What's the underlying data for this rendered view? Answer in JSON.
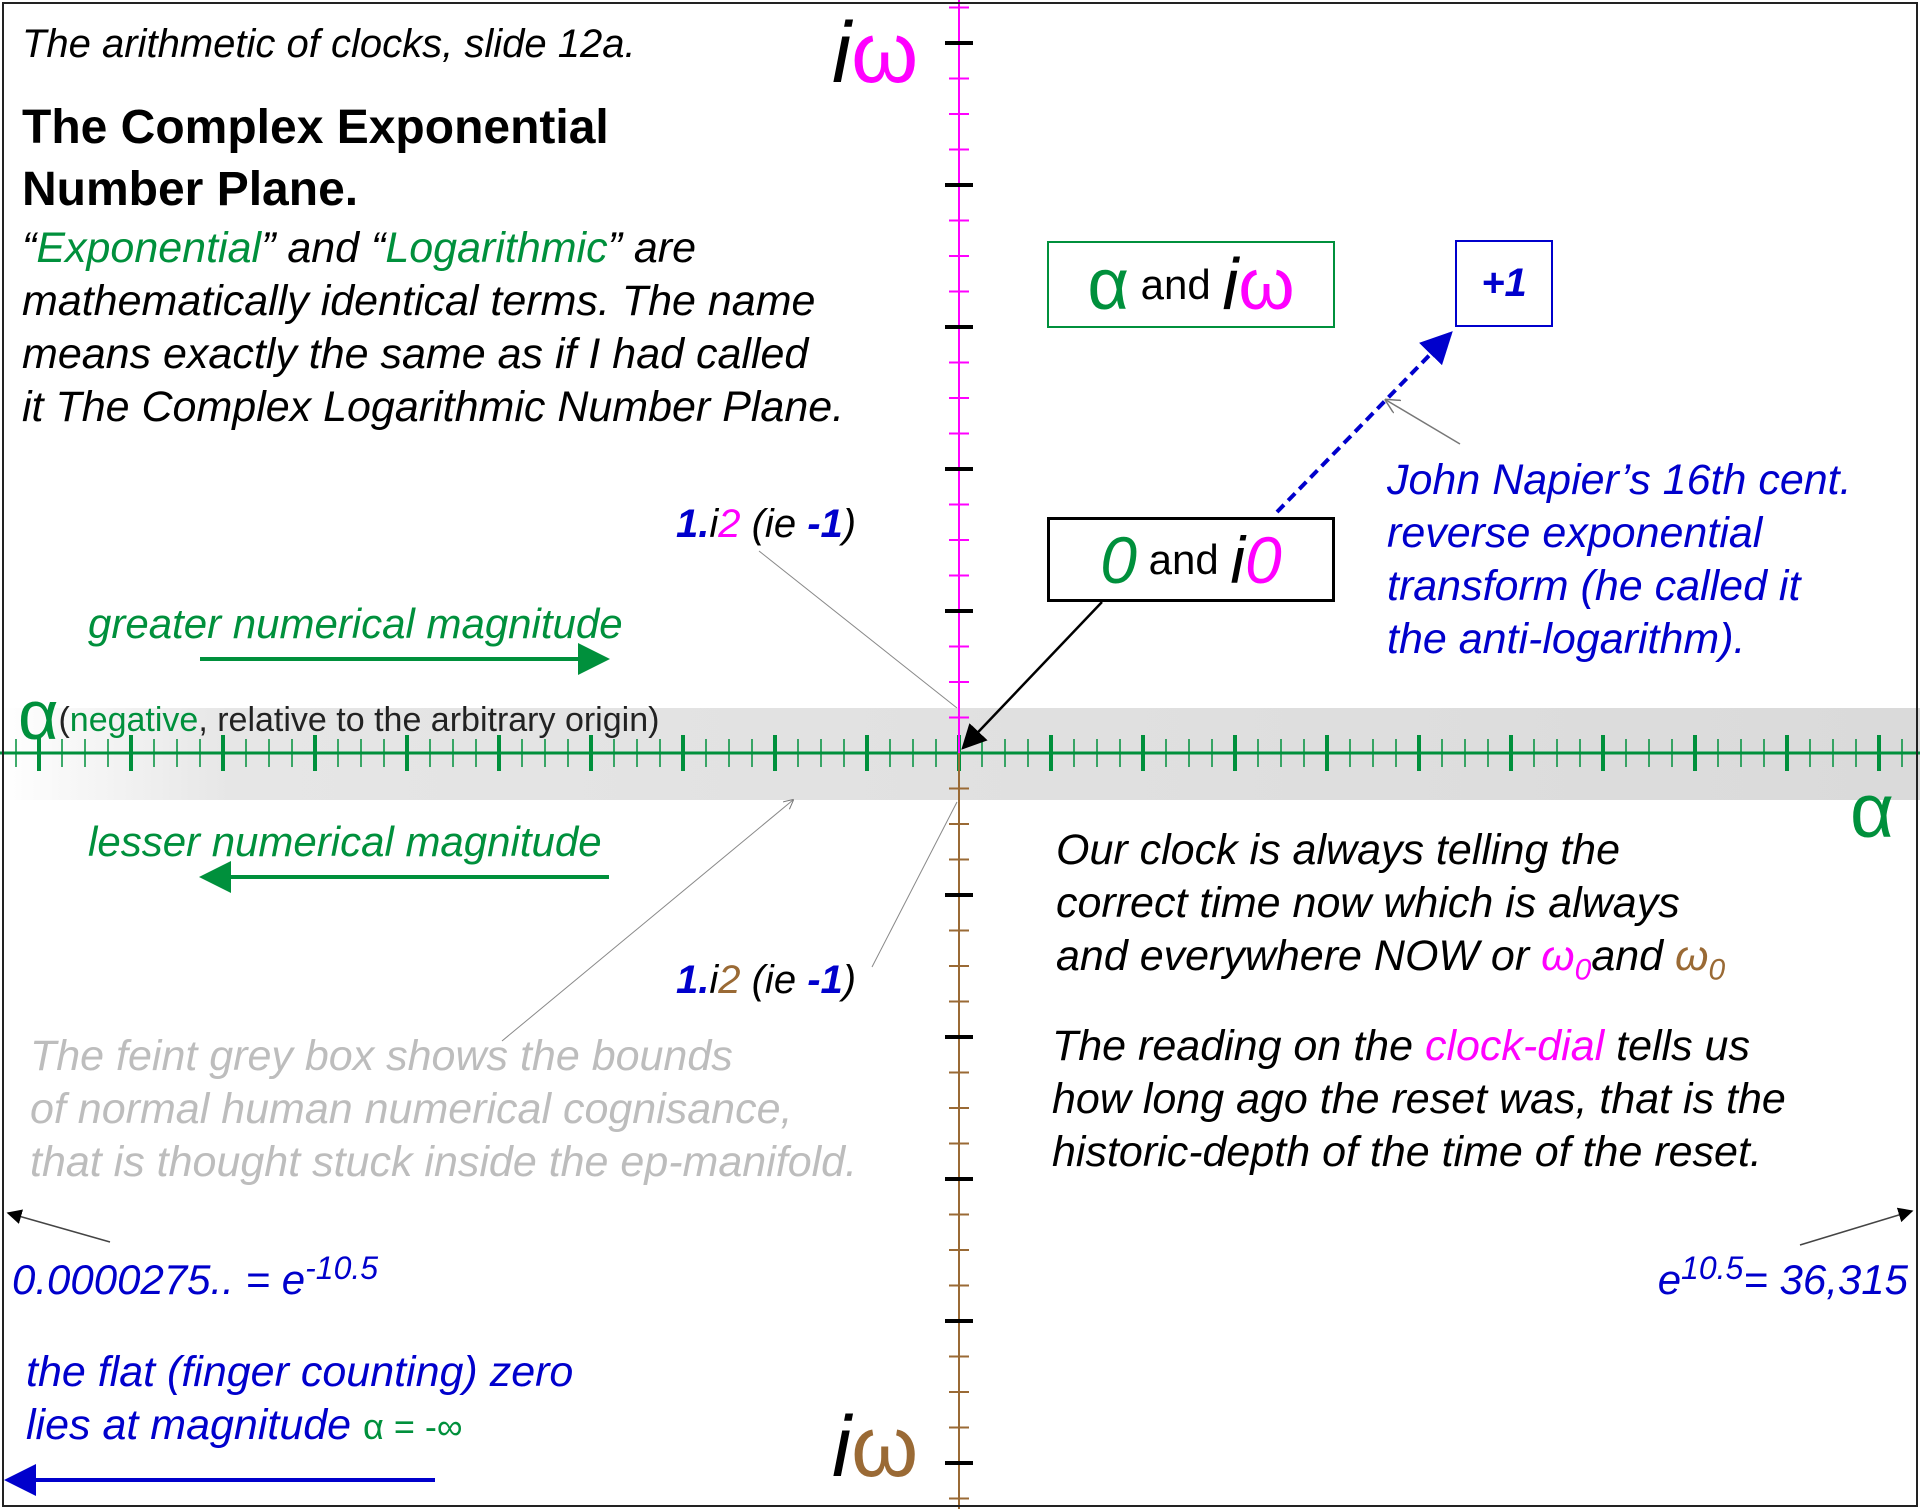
{
  "header": {
    "slide_label": "The arithmetic of clocks, slide 12a.",
    "title_line1": "The Complex Exponential",
    "title_line2": "Number Plane."
  },
  "intro": {
    "q1": "“",
    "exponential": "Exponential",
    "mid1": "” and “",
    "logarithmic": "Logarithmic",
    "mid2": "” are",
    "line2": "mathematically identical terms. The name",
    "line3": "means exactly the same as if I had called",
    "line4": "it The Complex Logarithmic Number Plane."
  },
  "axes": {
    "top_i": "i",
    "top_omega": "ω",
    "bottom_i": "i",
    "bottom_omega": "ω",
    "alpha_right": "α",
    "alpha_left": "α",
    "alpha_left_open": "(",
    "alpha_left_negative": "negative",
    "alpha_left_rest": ", relative to the arbitrary origin)"
  },
  "boxes": {
    "alpha_iomega": {
      "alpha": "α",
      "and": "and",
      "i": "i",
      "omega": "ω"
    },
    "plus_one": "+1",
    "zero_i0": {
      "zero": "0",
      "and": "and",
      "i": "i",
      "zero2": "0"
    }
  },
  "napier": [
    "John Napier’s 16th cent.",
    "reverse exponential",
    "transform (he called it",
    "the anti-logarithm)."
  ],
  "upper_i2": {
    "one": "1.",
    "i": "i",
    "two": "2",
    "open": " (ie ",
    "neg": "-1",
    "close": ")"
  },
  "lower_i2": {
    "one": "1.",
    "i": "i",
    "two": "2",
    "open": " (ie ",
    "neg": "-1",
    "close": ")"
  },
  "greater_label": "greater numerical magnitude",
  "lesser_label": "lesser numerical magnitude",
  "clock_text": {
    "line1": "Our clock is always telling the",
    "line2": "correct time now which is always",
    "line3a": "and everywhere NOW or ",
    "omega1": "ω",
    "sub1": "0",
    "and": "and ",
    "omega2": "ω",
    "sub2": "0"
  },
  "reading_text": {
    "line1a": "The reading on the ",
    "clock_dial": "clock-dial",
    "line1b": " tells us",
    "line2": "how long ago the reset was, that is the",
    "line3": "historic-depth of the time of the reset."
  },
  "grey_box_note": [
    "The feint grey box shows the bounds",
    "of normal human numerical cognisance,",
    "that is thought stuck inside the ep-manifold."
  ],
  "left_value": {
    "value": "0.0000275.. = e",
    "exponent": "-10.5"
  },
  "right_value": {
    "base": "e",
    "exponent": "10.5",
    "rest": "= 36,315"
  },
  "flat_zero": {
    "line1": "the flat (finger counting) zero",
    "line2a": "lies at magnitude ",
    "alpha_eq": "α = -∞"
  },
  "colors": {
    "green": "#00903c",
    "magenta": "#ff00ff",
    "blue": "#0000cc",
    "brown": "#9a6a35"
  }
}
